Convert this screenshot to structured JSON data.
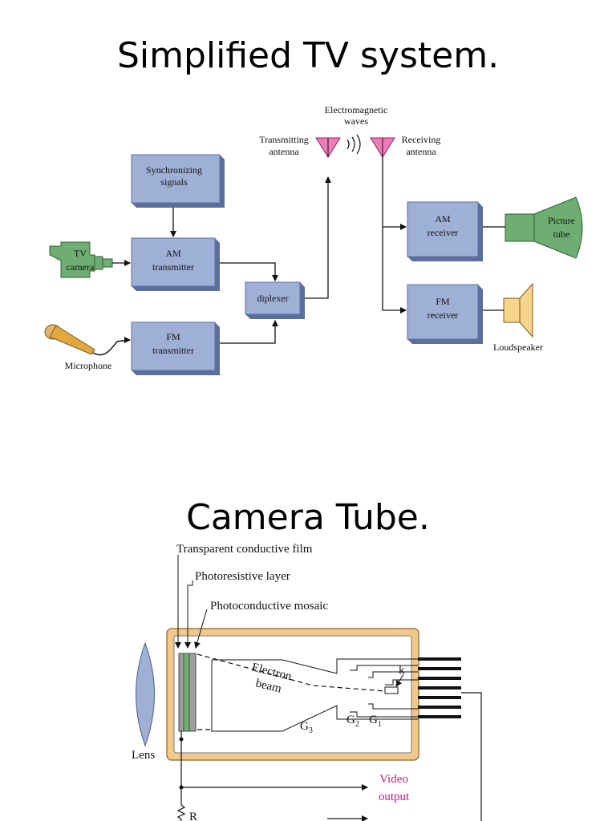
{
  "titles": {
    "system": "Simplified TV system.",
    "camera": "Camera Tube."
  },
  "tv_system": {
    "em_waves": [
      "Electromagnetic",
      "waves"
    ],
    "tx_antenna": [
      "Transmitting",
      "antenna"
    ],
    "rx_antenna": [
      "Receiving",
      "antenna"
    ],
    "sync": [
      "Synchronizing",
      "signals"
    ],
    "am_tx": [
      "AM",
      "transmitter"
    ],
    "fm_tx": [
      "FM",
      "transmitter"
    ],
    "diplexer": "diplexer",
    "tv_camera": [
      "TV",
      "camera"
    ],
    "microphone": "Microphone",
    "am_rx": [
      "AM",
      "receiver"
    ],
    "fm_rx": [
      "FM",
      "receiver"
    ],
    "picture_tube": [
      "Picture",
      "tube"
    ],
    "loudspeaker": "Loudspeaker"
  },
  "camera_tube": {
    "transparent_film": "Transparent conductive film",
    "photoresistive": "Photoresistive layer",
    "photoconductive": "Photoconductive mosaic",
    "electron": "Electron",
    "beam": "beam",
    "k": "k",
    "g3": "G",
    "g3_sub": "3",
    "g2": "G",
    "g2_sub": "2",
    "g1": "G",
    "g1_sub": "1",
    "lens": "Lens",
    "video_output": [
      "Video",
      "output"
    ],
    "r": "R"
  },
  "colors": {
    "block_fill": "#9fb0d6",
    "block_shadow": "#5c6e9e",
    "green": "#6fae72",
    "antenna": "#f07ab5",
    "tube_frame": "#f2c98c",
    "speaker": "#f6d48a",
    "video_output": "#d0108a"
  }
}
